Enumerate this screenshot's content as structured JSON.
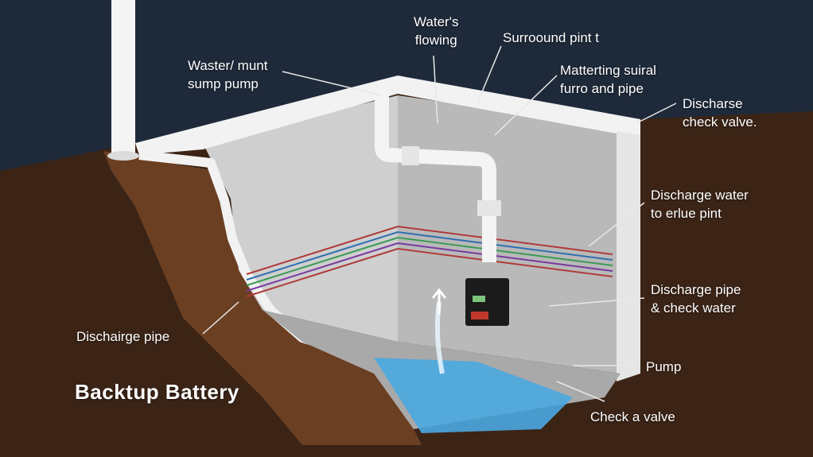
{
  "colors": {
    "sky": "#1e2a3a",
    "soil": "#3b2416",
    "soil_cut": "#6b3f22",
    "concrete": "#c9c9c9",
    "wall_rim": "#f2f2f2",
    "water": "#4aa8e0",
    "pipe": "#f4f4f4",
    "battery": "#1b1b1b",
    "label_text": "#ffffff",
    "leader_line": "#e8e8e8"
  },
  "icons": [
    "pipe-icon",
    "battery-icon",
    "water-stream-icon",
    "arrow-up-icon"
  ],
  "labels": {
    "waters_flowing": [
      "Water's",
      "flowing"
    ],
    "surround_pint": [
      "Surroound pint t"
    ],
    "waster_mount": [
      "Waster/ munt",
      "sump pump"
    ],
    "mattering": [
      "Matterting suiral",
      "furro and pipe"
    ],
    "discharse_valve": [
      "Discharse",
      "check valve."
    ],
    "discharge_water": [
      "Discharge water",
      "to erlue pint"
    ],
    "discharge_pipe_check": [
      "Discharge pipe",
      "& check water"
    ],
    "discharge_pipe_left": [
      "Dischairge pipe"
    ],
    "backup_battery": [
      "Backtup  Battery"
    ],
    "pump": [
      "Pump"
    ],
    "check_valve": [
      "Check a valve"
    ]
  }
}
